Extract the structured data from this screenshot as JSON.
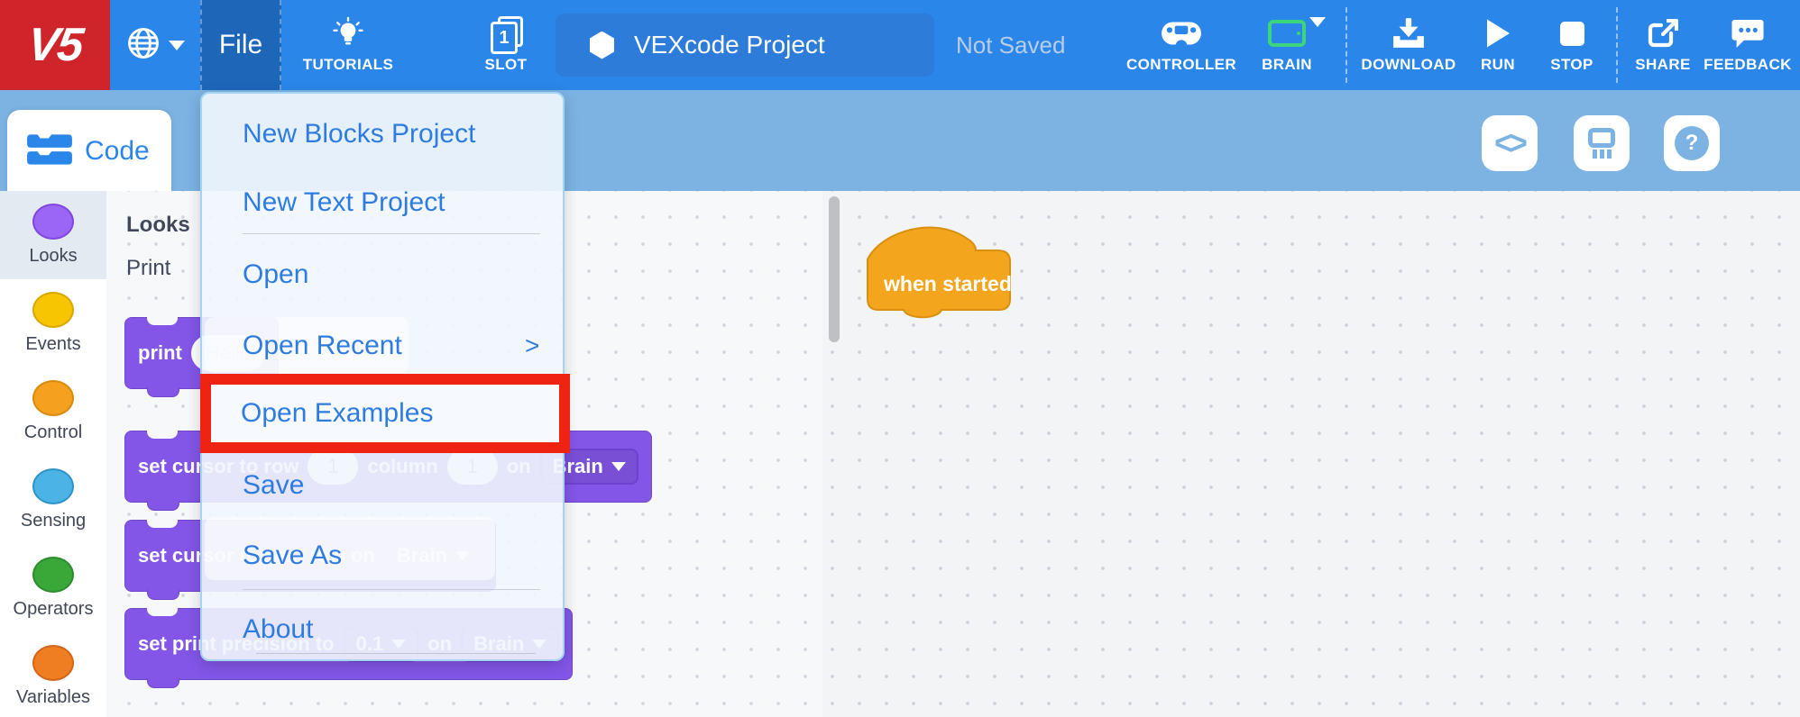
{
  "topbar": {
    "logo_text": "V5",
    "file_label": "File",
    "tutorials_label": "TUTORIALS",
    "slot_label": "SLOT",
    "slot_number": "1",
    "project_name": "VEXcode Project",
    "save_status": "Not Saved",
    "controller_label": "CONTROLLER",
    "brain_label": "BRAIN",
    "download_label": "DOWNLOAD",
    "run_label": "RUN",
    "stop_label": "STOP",
    "share_label": "SHARE",
    "feedback_label": "FEEDBACK"
  },
  "subbar": {
    "code_tab_label": "Code",
    "code_view_glyph": "<>",
    "help_glyph": "?"
  },
  "file_menu": {
    "items": [
      {
        "label": "New Blocks Project"
      },
      {
        "label": "New Text Project"
      },
      {
        "label": "Open"
      },
      {
        "label": "Open Recent",
        "arrow": ">"
      },
      {
        "label": "Open Examples",
        "highlighted": true
      },
      {
        "label": "Save"
      },
      {
        "label": "Save As"
      },
      {
        "label": "About"
      }
    ],
    "highlight_color": "#ee2312"
  },
  "sidebar": {
    "categories": [
      {
        "label": "Looks",
        "color": "#9b66f5",
        "selected": true
      },
      {
        "label": "Events",
        "color": "#f7c502",
        "selected": false
      },
      {
        "label": "Control",
        "color": "#f5a01e",
        "selected": false
      },
      {
        "label": "Sensing",
        "color": "#4cb3e6",
        "selected": false
      },
      {
        "label": "Operators",
        "color": "#3aa839",
        "selected": false
      },
      {
        "label": "Variables",
        "color": "#ef7d21",
        "selected": false
      }
    ]
  },
  "palette": {
    "header": "Looks",
    "group": "Print",
    "blocks": [
      {
        "parts": [
          {
            "t": "label",
            "v": "print"
          },
          {
            "t": "input",
            "v": "Hello"
          }
        ]
      },
      {
        "parts": [
          {
            "t": "label",
            "v": "set cursor to row"
          },
          {
            "t": "input",
            "v": "1"
          },
          {
            "t": "label",
            "v": "column"
          },
          {
            "t": "input",
            "v": "1"
          },
          {
            "t": "label",
            "v": "on"
          },
          {
            "t": "dropdown",
            "v": "Brain"
          }
        ]
      },
      {
        "parts": [
          {
            "t": "label",
            "v": "set cursor to next row on"
          },
          {
            "t": "dropdown",
            "v": "Brain"
          }
        ]
      },
      {
        "parts": [
          {
            "t": "label",
            "v": "set print precision to"
          },
          {
            "t": "dropdown",
            "v": "0.1"
          },
          {
            "t": "label",
            "v": "on"
          },
          {
            "t": "dropdown",
            "v": "Brain"
          }
        ]
      }
    ]
  },
  "canvas": {
    "hat_block_label": "when started"
  },
  "colors": {
    "topbar_bg": "#2a86e8",
    "logo_bg": "#d0242b",
    "file_button_bg": "#1d66b8",
    "project_pill_bg": "#2d7cd9",
    "status_text": "#b9cde8",
    "subbar_bg": "#7cb3e3",
    "menu_bg": "#f0f6fd",
    "menu_text": "#2e7ce0",
    "highlight_red": "#ee2312",
    "block_purple": "#8356e8",
    "hat_orange": "#f2a51d",
    "brain_icon_green": "#3ed47e"
  }
}
